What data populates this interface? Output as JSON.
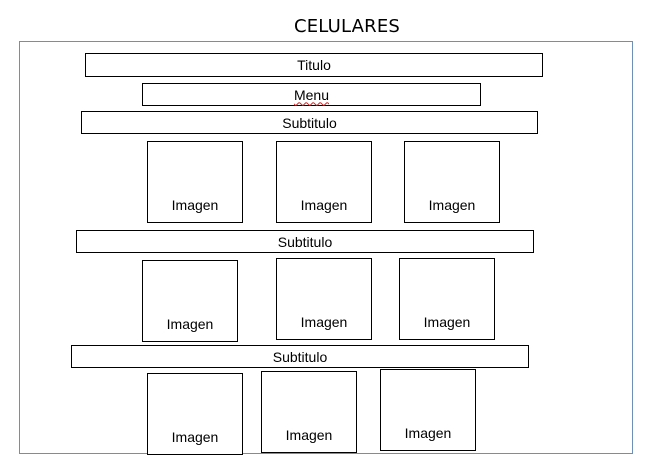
{
  "title": "CELULARES",
  "header": {
    "titulo": "Titulo",
    "menu": "Menu"
  },
  "sections": [
    {
      "subtitle": "Subtitulo",
      "images": [
        "Imagen",
        "Imagen",
        "Imagen"
      ]
    },
    {
      "subtitle": "Subtitulo",
      "images": [
        "Imagen",
        "Imagen",
        "Imagen"
      ]
    },
    {
      "subtitle": "Subtitulo",
      "images": [
        "Imagen",
        "Imagen",
        "Imagen"
      ]
    }
  ],
  "colors": {
    "frame_border": "#6d8fb8",
    "spellcheck_underline": "#d42020"
  }
}
